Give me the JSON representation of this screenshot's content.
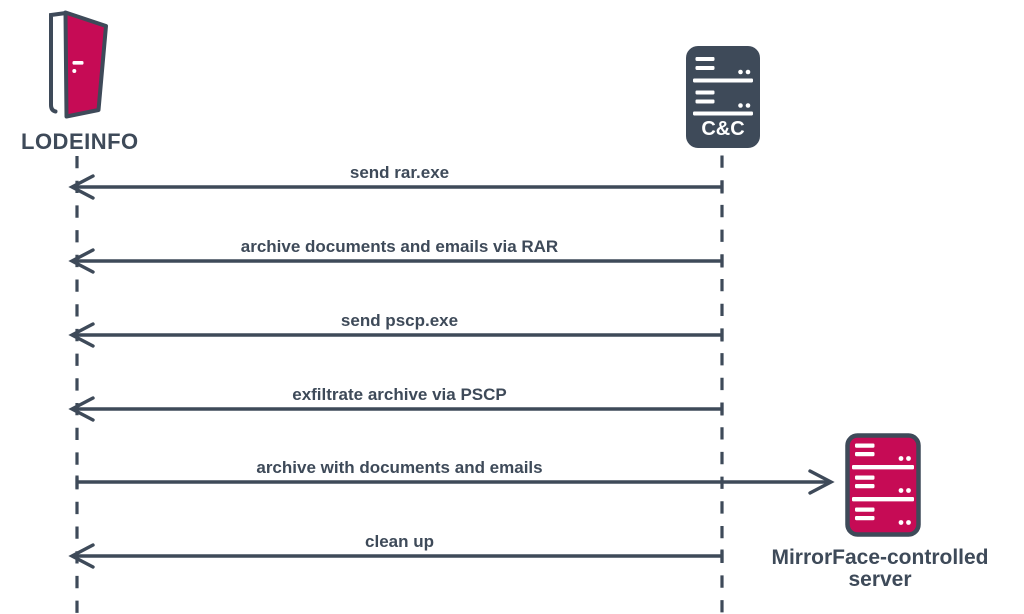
{
  "diagram": {
    "type": "sequence-diagram",
    "colors": {
      "line_and_text": "#3e4a59",
      "accent_magenta": "#c60b55",
      "background": "#ffffff",
      "icon_detail": "#ffffff"
    },
    "actors": {
      "lodeinfo": {
        "label": "LODEINFO",
        "icon": "open-door-icon"
      },
      "cnc": {
        "label": "C&C",
        "icon": "server-icon-dark"
      },
      "mirrorface": {
        "label": "MirrorFace-controlled server",
        "label_line1": "MirrorFace-controlled",
        "label_line2": "server",
        "icon": "server-icon-magenta"
      }
    },
    "messages": [
      {
        "label": "send rar.exe",
        "from": "C&C",
        "to": "LODEINFO",
        "direction": "left"
      },
      {
        "label": "archive documents and emails via RAR",
        "from": "C&C",
        "to": "LODEINFO",
        "direction": "left"
      },
      {
        "label": "send pscp.exe",
        "from": "C&C",
        "to": "LODEINFO",
        "direction": "left"
      },
      {
        "label": "exfiltrate archive via PSCP",
        "from": "C&C",
        "to": "LODEINFO",
        "direction": "left"
      },
      {
        "label": "archive with documents and emails",
        "from": "LODEINFO",
        "to": "MirrorFace-controlled server",
        "direction": "right"
      },
      {
        "label": "clean up",
        "from": "C&C",
        "to": "LODEINFO",
        "direction": "left"
      }
    ]
  }
}
